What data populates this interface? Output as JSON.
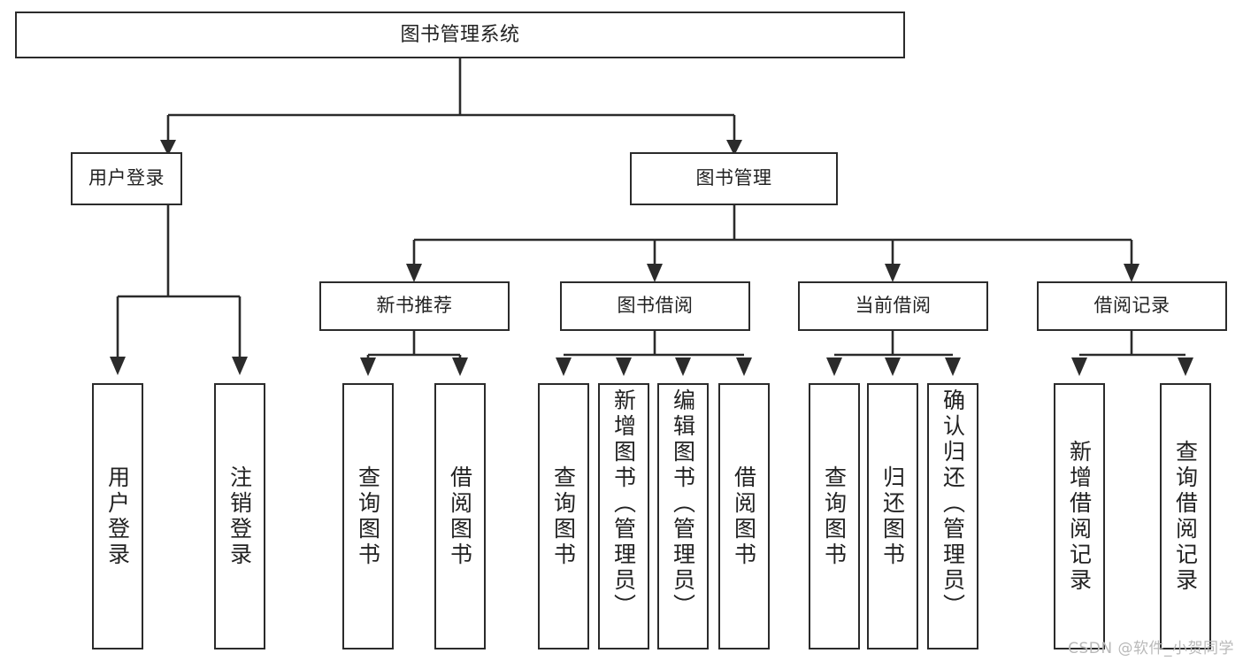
{
  "diagram": {
    "title": "图书管理系统",
    "type": "hierarchy-tree",
    "root": {
      "id": "root",
      "label": "图书管理系统"
    },
    "level2": [
      {
        "id": "user-login",
        "label": "用户登录"
      },
      {
        "id": "book-manage",
        "label": "图书管理"
      }
    ],
    "level3": [
      {
        "id": "new-book-rec",
        "label": "新书推荐",
        "parent": "book-manage"
      },
      {
        "id": "book-borrow",
        "label": "图书借阅",
        "parent": "book-manage"
      },
      {
        "id": "current-borrow",
        "label": "当前借阅",
        "parent": "book-manage"
      },
      {
        "id": "borrow-record",
        "label": "借阅记录",
        "parent": "book-manage"
      }
    ],
    "leaves": [
      {
        "id": "leaf-user-login",
        "label": "用户登录",
        "parent": "user-login"
      },
      {
        "id": "leaf-logout",
        "label": "注销登录",
        "parent": "user-login"
      },
      {
        "id": "leaf-query-book-1",
        "label": "查询图书",
        "parent": "new-book-rec"
      },
      {
        "id": "leaf-borrow-book-1",
        "label": "借阅图书",
        "parent": "new-book-rec"
      },
      {
        "id": "leaf-query-book-2",
        "label": "查询图书",
        "parent": "book-borrow"
      },
      {
        "id": "leaf-add-book",
        "label": "新增图书（管理员）",
        "parent": "book-borrow"
      },
      {
        "id": "leaf-edit-book",
        "label": "编辑图书（管理员）",
        "parent": "book-borrow"
      },
      {
        "id": "leaf-borrow-book-2",
        "label": "借阅图书",
        "parent": "book-borrow"
      },
      {
        "id": "leaf-query-book-3",
        "label": "查询图书",
        "parent": "current-borrow"
      },
      {
        "id": "leaf-return-book",
        "label": "归还图书",
        "parent": "current-borrow"
      },
      {
        "id": "leaf-confirm-return",
        "label": "确认归还（管理员）",
        "parent": "current-borrow"
      },
      {
        "id": "leaf-add-record",
        "label": "新增借阅记录",
        "parent": "borrow-record"
      },
      {
        "id": "leaf-query-record",
        "label": "查询借阅记录",
        "parent": "borrow-record"
      }
    ],
    "colors": {
      "stroke": "#2b2b2b",
      "background": "#ffffff",
      "text": "#222222",
      "watermark": "#b9b9b9"
    }
  },
  "watermark": {
    "text": "CSDN @软件_小贺同学"
  }
}
